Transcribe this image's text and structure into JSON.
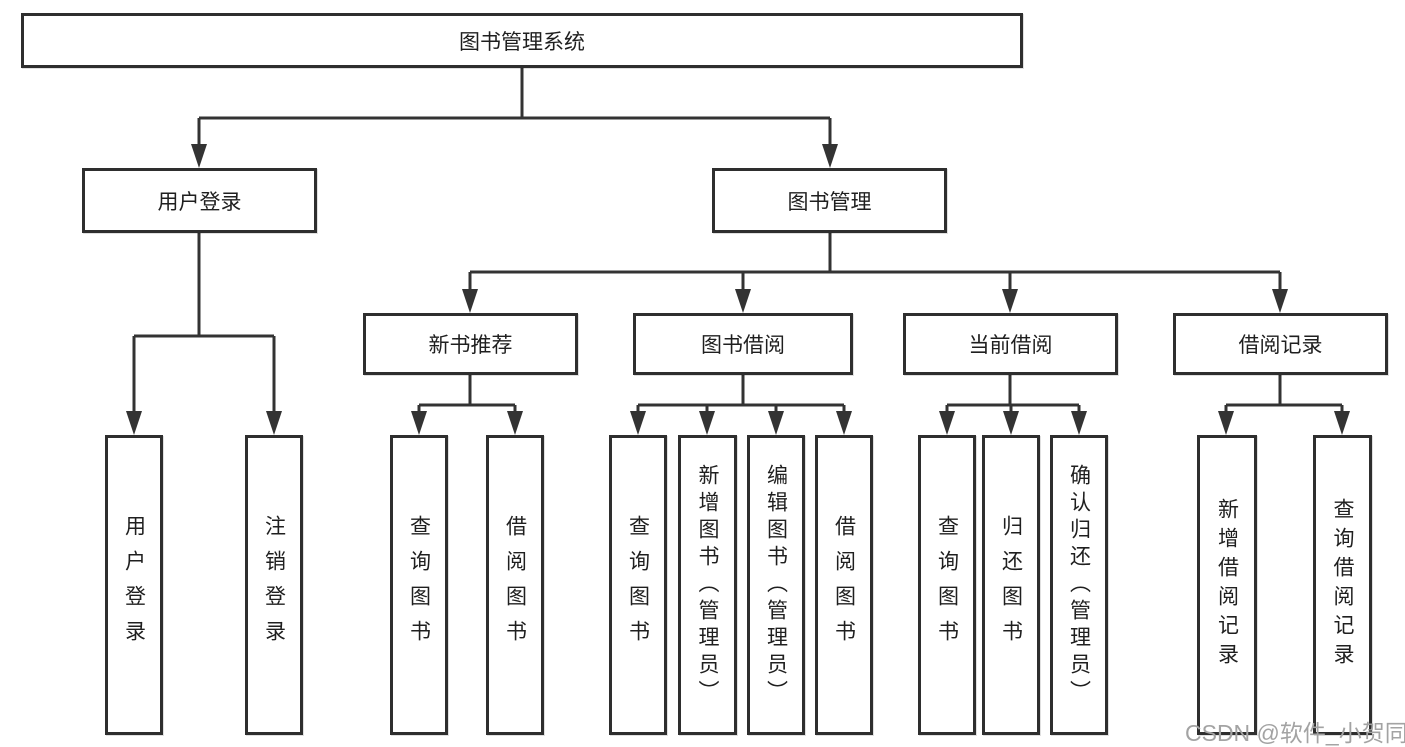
{
  "diagram": {
    "title": "图书管理系统",
    "root": {
      "label": "图书管理系统"
    },
    "level2": [
      {
        "id": "user-login",
        "label": "用户登录"
      },
      {
        "id": "book-management",
        "label": "图书管理"
      }
    ],
    "level3": [
      {
        "id": "new-book-recommend",
        "label": "新书推荐"
      },
      {
        "id": "book-borrow",
        "label": "图书借阅"
      },
      {
        "id": "current-borrow",
        "label": "当前借阅"
      },
      {
        "id": "borrow-records",
        "label": "借阅记录"
      }
    ],
    "leaves": [
      {
        "parent": "user-login",
        "label": "用户登录"
      },
      {
        "parent": "user-login",
        "label": "注销登录"
      },
      {
        "parent": "new-book-recommend",
        "label": "查询图书"
      },
      {
        "parent": "new-book-recommend",
        "label": "借阅图书"
      },
      {
        "parent": "book-borrow",
        "label": "查询图书"
      },
      {
        "parent": "book-borrow",
        "label": "新增图书（管理员）"
      },
      {
        "parent": "book-borrow",
        "label": "编辑图书（管理员）"
      },
      {
        "parent": "book-borrow",
        "label": "借阅图书"
      },
      {
        "parent": "current-borrow",
        "label": "查询图书"
      },
      {
        "parent": "current-borrow",
        "label": "归还图书"
      },
      {
        "parent": "current-borrow",
        "label": "确认归还（管理员）"
      },
      {
        "parent": "borrow-records",
        "label": "新增借阅记录"
      },
      {
        "parent": "borrow-records",
        "label": "查询借阅记录"
      }
    ],
    "watermark": "CSDN @软件_小贺同学",
    "colors": {
      "line": "#333333",
      "border": "#2e2e2e",
      "text": "#1f1f1f",
      "watermark": "#a3a3a3",
      "background": "#ffffff"
    }
  }
}
